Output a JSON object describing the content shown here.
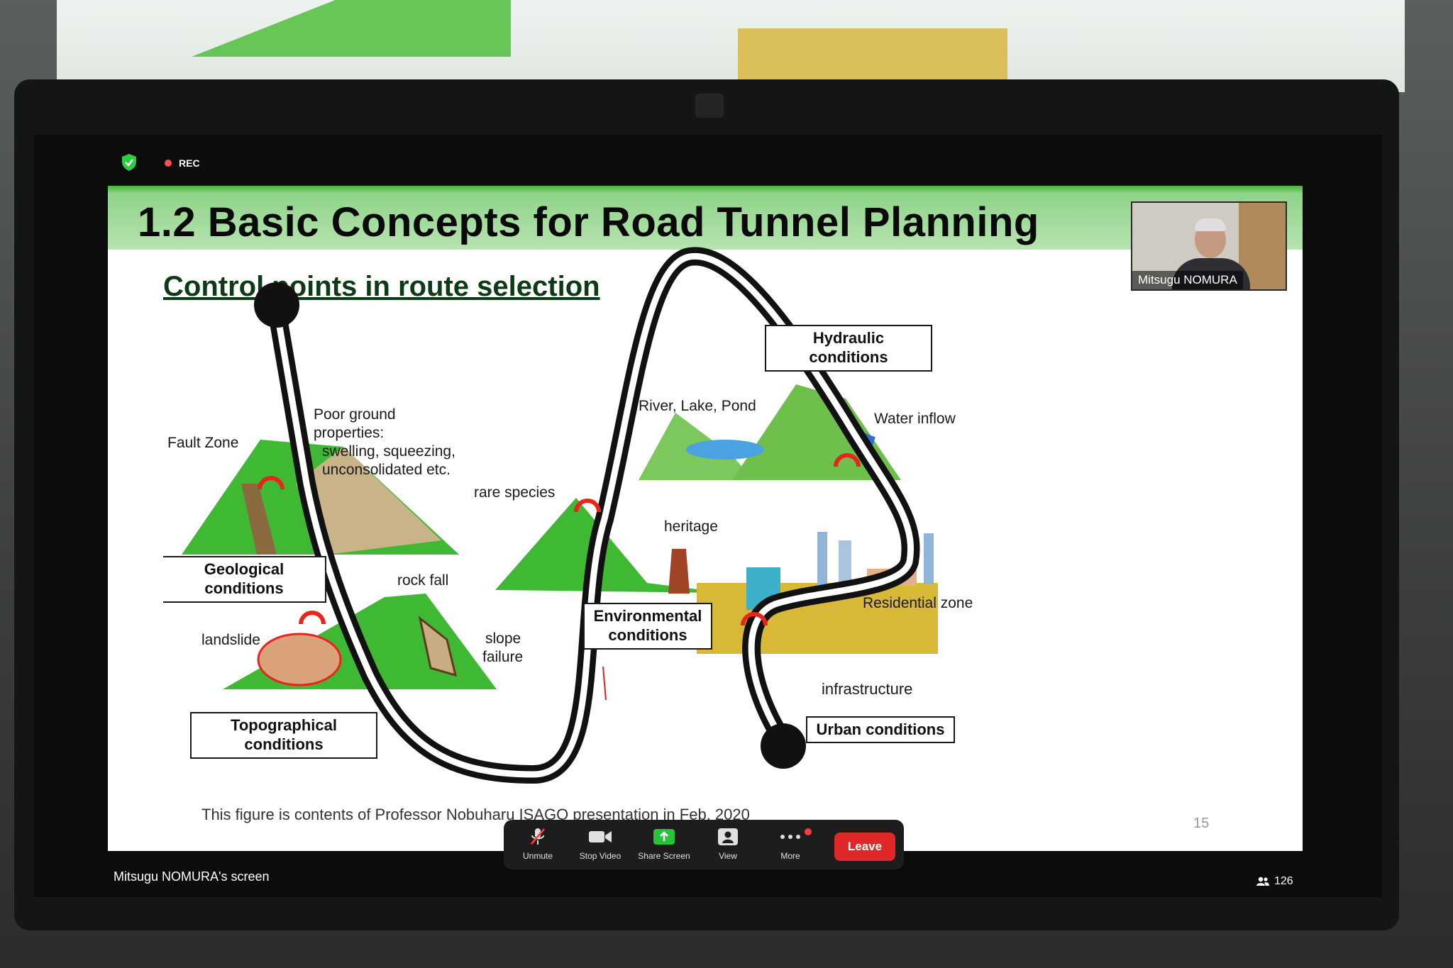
{
  "zoom": {
    "rec_label": "REC",
    "screen_owner": "Mitsugu NOMURA's screen",
    "participant_count": "126",
    "video_name": "Mitsugu NOMURA",
    "toolbar": {
      "unmute": "Unmute",
      "stop_video": "Stop Video",
      "share_screen": "Share Screen",
      "view": "View",
      "more": "More",
      "leave": "Leave"
    },
    "colors": {
      "leave": "#e02828",
      "share": "#26c33b",
      "secure": "#2ecc40",
      "rec": "#ff4f4f"
    }
  },
  "slide": {
    "title": "1.2 Basic Concepts for Road Tunnel Planning",
    "subtitle": "Control points in route selection",
    "caption": "This figure is contents of Professor Nobuharu ISAGO presentation in Feb. 2020",
    "page_number": "15",
    "labels": {
      "fault_zone": "Fault Zone",
      "poor_ground_1": "Poor ground",
      "poor_ground_2": "properties:",
      "poor_ground_3": "swelling, squeezing,",
      "poor_ground_4": "unconsolidated etc.",
      "rock_fall": "rock fall",
      "landslide": "landslide",
      "slope_failure_1": "slope",
      "slope_failure_2": "failure",
      "rare_species": "rare species",
      "heritage": "heritage",
      "river_lake_pond": "River, Lake, Pond",
      "water_inflow": "Water inflow",
      "residential_zone": "Residential zone",
      "infrastructure": "infrastructure"
    },
    "boxes": {
      "geological_1": "Geological",
      "geological_2": "conditions",
      "topographical_1": "Topographical",
      "topographical_2": "conditions",
      "environmental_1": "Environmental",
      "environmental_2": "conditions",
      "hydraulic_1": "Hydraulic",
      "hydraulic_2": "conditions",
      "urban": "Urban conditions"
    },
    "colors": {
      "mountain": "#3fb834",
      "urban_block": "#d8b837",
      "tunnel_marker": "#e8241c",
      "header": "#45b43a"
    }
  }
}
